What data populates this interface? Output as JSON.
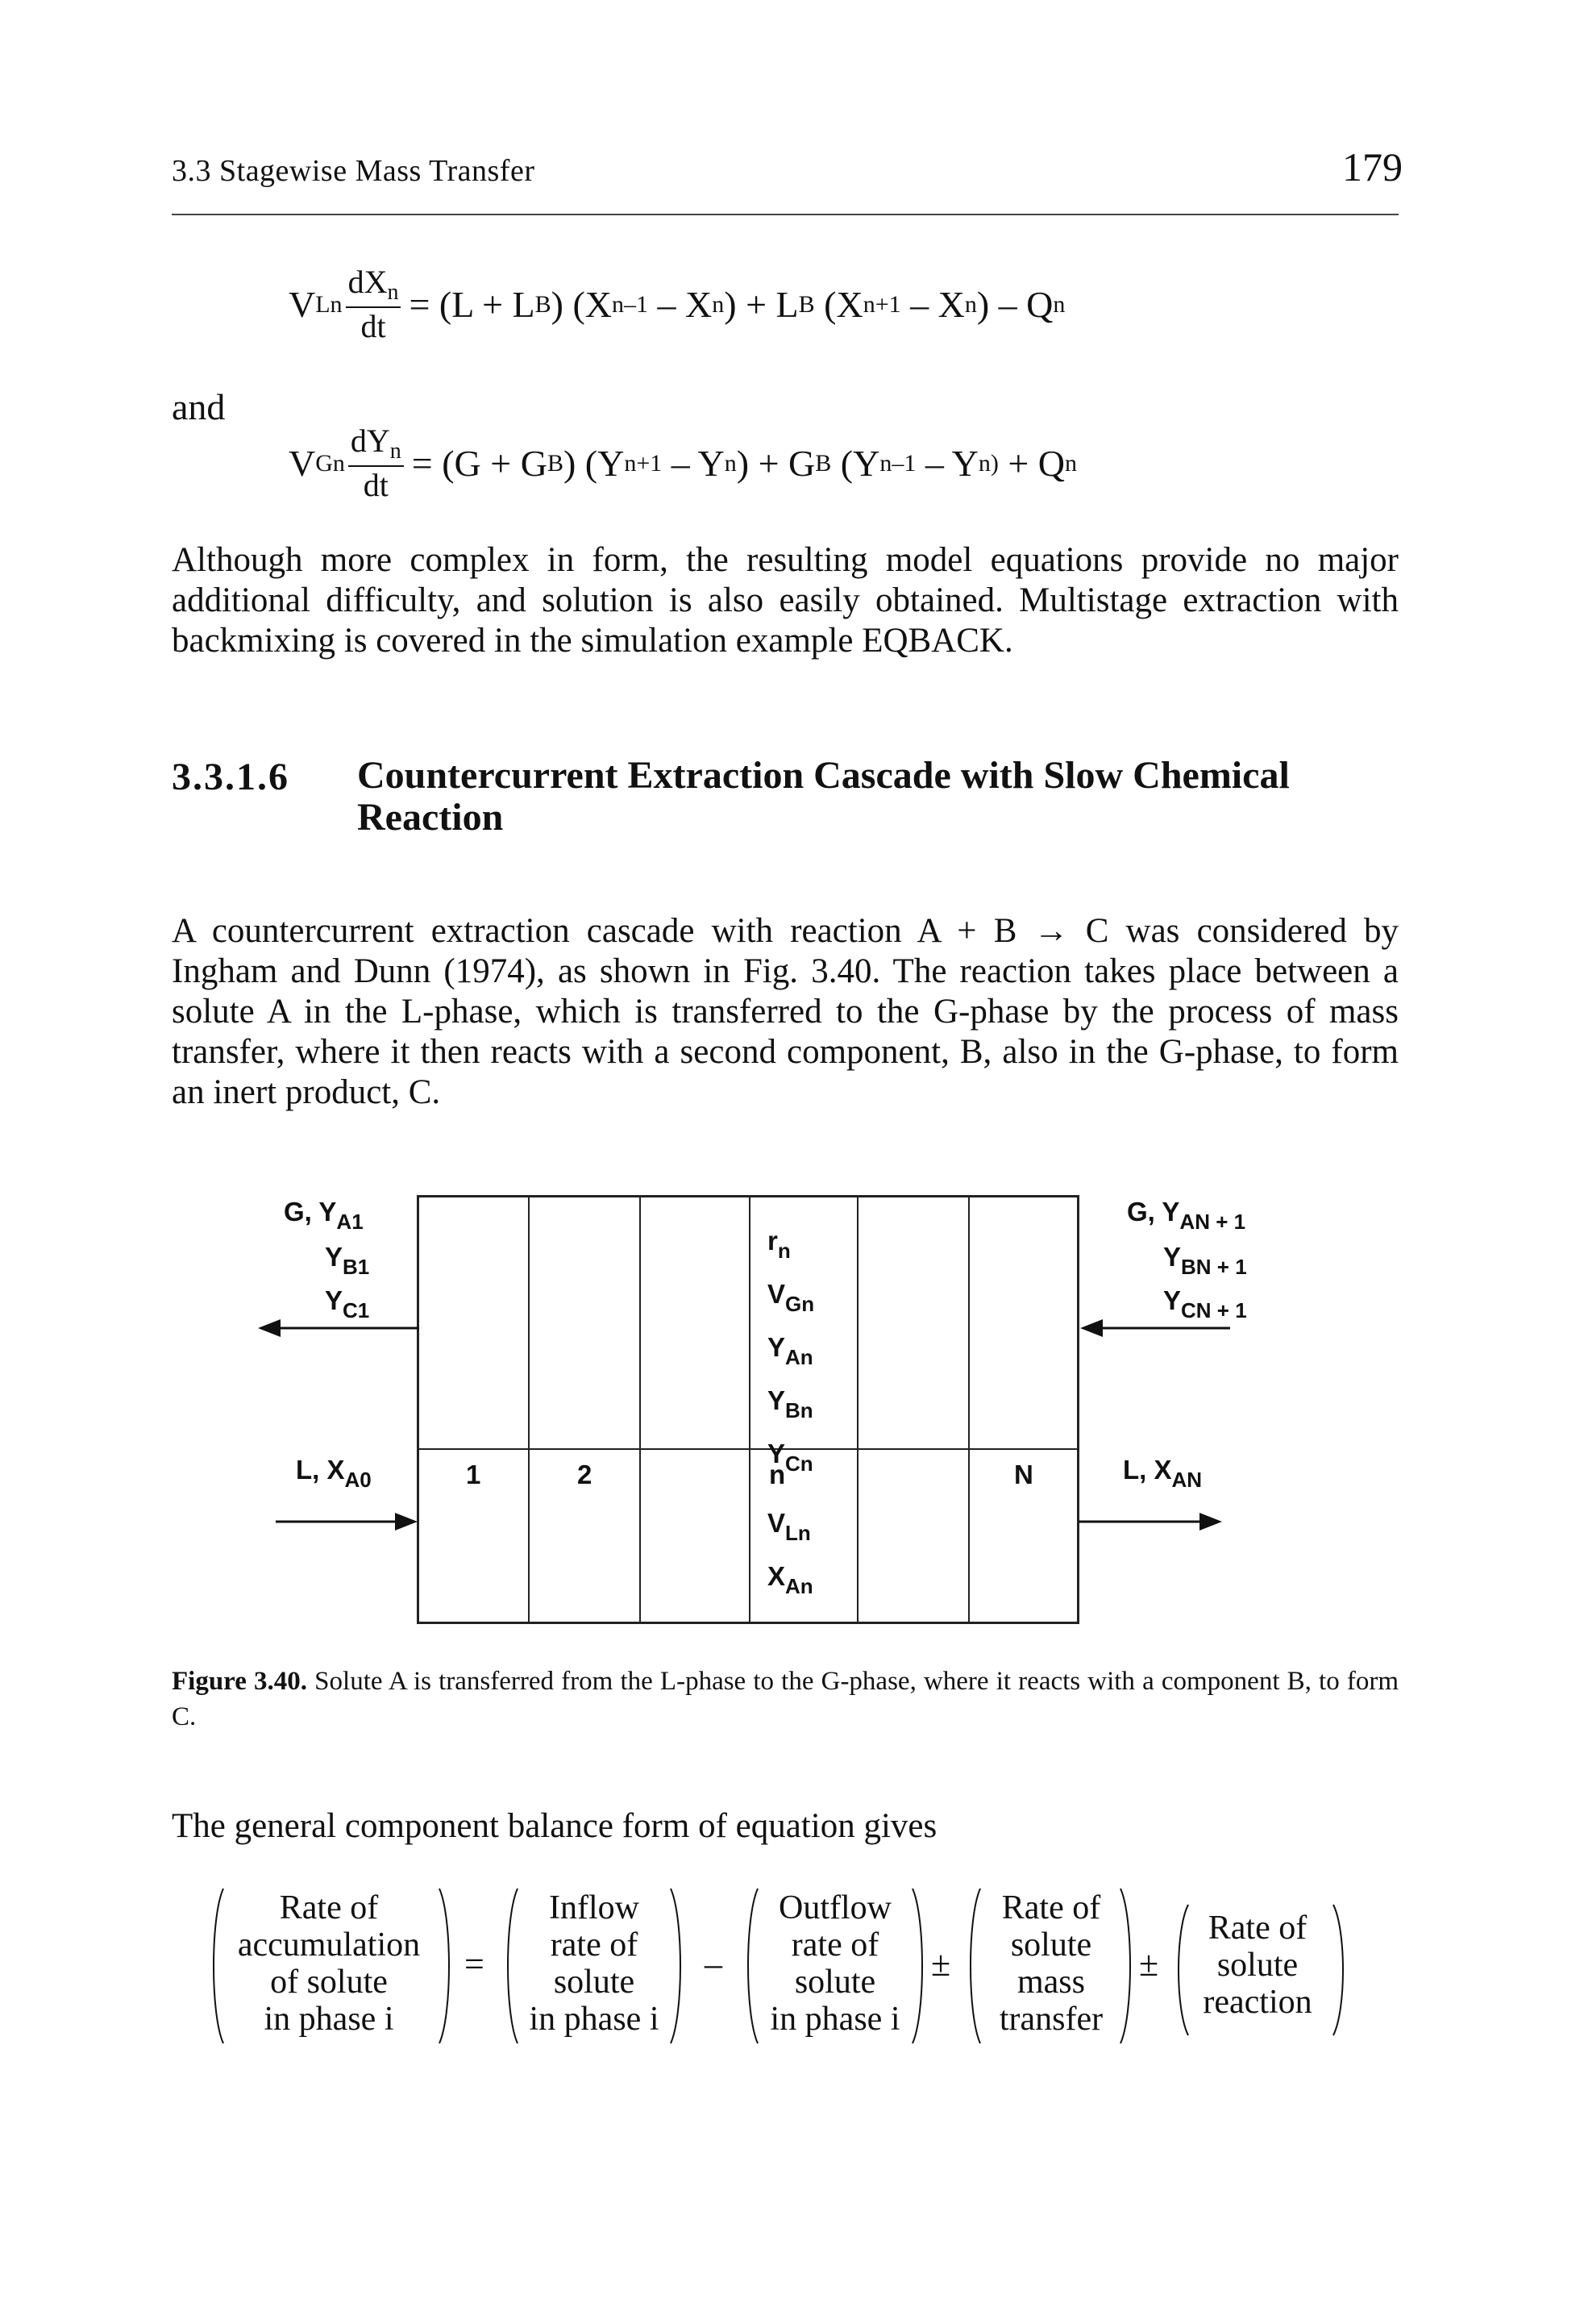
{
  "header": {
    "running_head": "3.3 Stagewise Mass Transfer",
    "page_number": "179"
  },
  "equations": {
    "eq1": {
      "lhs_var": "V",
      "lhs_sub": "Ln",
      "num": "dX",
      "num_sub": "n",
      "den": "dt",
      "t1": "= (L + L",
      "t1_sub": "B",
      "t2": ") (X",
      "t2_sub": "n–1",
      "t3": " – X",
      "t3_sub": "n",
      "t4": ") + L",
      "t4_sub": "B",
      "t5": " (X",
      "t5_sub": "n+1",
      "t6": " – X",
      "t6_sub": "n",
      "t7": ") – Q",
      "t7_sub": "n"
    },
    "and_word": "and",
    "eq2": {
      "lhs_var": "V",
      "lhs_sub": "Gn",
      "num": "dY",
      "num_sub": "n",
      "den": "dt",
      "t1": "= (G + G",
      "t1_sub": "B",
      "t2": ") (Y",
      "t2_sub": "n+1",
      "t3": " – Y",
      "t3_sub": "n",
      "t4": ") + G",
      "t4_sub": "B",
      "t5": " (Y",
      "t5_sub": "n–1",
      "t6": " – Y",
      "t6_sub": "n)",
      "t7": " + Q",
      "t7_sub": "n"
    }
  },
  "paragraph1": "Although more complex in form, the resulting model equations provide no major additional difficulty, and solution is also easily obtained. Multistage extraction with backmixing is covered in the simulation example EQBACK.",
  "section": {
    "number": "3.3.1.6",
    "title": "Countercurrent Extraction Cascade with Slow Chemical Reaction"
  },
  "paragraph2": "A countercurrent extraction cascade with reaction A + B → C was considered by Ingham and Dunn (1974), as shown in Fig. 3.40. The reaction takes place between a solute A in the L-phase, which is transferred to the G-phase by the process of mass transfer, where it then reacts with a second component, B, also in the G-phase, to form an inert product, C.",
  "figure": {
    "left_top": {
      "g": "G, Y",
      "g_sub": "A1",
      "yb": "Y",
      "yb_sub": "B1",
      "yc": "Y",
      "yc_sub": "C1"
    },
    "left_bottom": {
      "l": "L, X",
      "l_sub": "A0"
    },
    "right_top": {
      "g": "G, Y",
      "g_sub": "AN + 1",
      "yb": "Y",
      "yb_sub": "BN + 1",
      "yc": "Y",
      "yc_sub": "CN + 1"
    },
    "right_bottom": {
      "l": "L, X",
      "l_sub": "AN"
    },
    "stage_top": [
      {
        "v": "r",
        "s": "n"
      },
      {
        "v": "V",
        "s": "Gn"
      },
      {
        "v": "Y",
        "s": "An"
      },
      {
        "v": "Y",
        "s": "Bn"
      },
      {
        "v": "Y",
        "s": "Cn"
      }
    ],
    "stage_bottom": [
      {
        "v": "V",
        "s": "Ln"
      },
      {
        "v": "X",
        "s": "An"
      }
    ],
    "stage_labels": {
      "s1": "1",
      "s2": "2",
      "sn": "n",
      "sN": "N"
    },
    "caption_label": "Figure 3.40.",
    "caption_text": "Solute A is transferred from the L-phase to the G-phase, where it reacts with a component B, to form C."
  },
  "paragraph3": "The general component balance form of equation gives",
  "word_equation": {
    "term1": [
      "Rate of",
      "accumulation",
      "of solute",
      "in phase i"
    ],
    "op1": "=",
    "term2": [
      "Inflow",
      "rate of",
      "solute",
      "in phase i"
    ],
    "op2": "–",
    "term3": [
      "Outflow",
      "rate of",
      "solute",
      "in phase i"
    ],
    "op3": "±",
    "term4": [
      "Rate of",
      "solute",
      "mass",
      "transfer"
    ],
    "op4": "±",
    "term5": [
      "Rate of",
      "solute",
      "reaction"
    ]
  }
}
